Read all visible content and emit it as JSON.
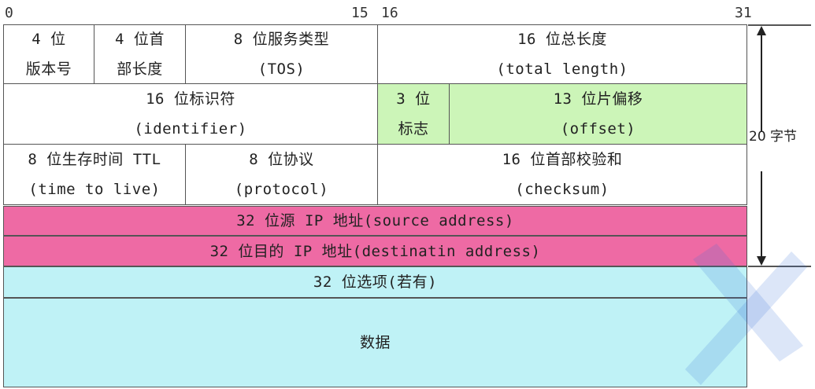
{
  "bit_labels": {
    "b0": "0",
    "b15": "15",
    "b16": "16",
    "b31": "31"
  },
  "rows": {
    "r1": {
      "version": {
        "l1": "4 位",
        "l2": "版本号"
      },
      "hlen": {
        "l1": "4 位首",
        "l2": "部长度"
      },
      "tos": {
        "l1": "8 位服务类型",
        "l2": "(TOS)"
      },
      "total_length": {
        "l1": "16 位总长度",
        "l2": "(total length)"
      }
    },
    "r2": {
      "identifier": {
        "l1": "16 位标识符",
        "l2": "(identifier)"
      },
      "flags": {
        "l1": "3 位",
        "l2": "标志"
      },
      "offset": {
        "l1": "13 位片偏移",
        "l2": "(offset)"
      }
    },
    "r3": {
      "ttl": {
        "l1": "8 位生存时间 TTL",
        "l2": "(time to live)"
      },
      "protocol": {
        "l1": "8 位协议",
        "l2": "(protocol)"
      },
      "checksum": {
        "l1": "16 位首部校验和",
        "l2": "(checksum)"
      }
    },
    "source": "32 位源 IP 地址(source address)",
    "destination": "32 位目的 IP 地址(destinatin address)",
    "options": "32 位选项(若有)",
    "data": "数据"
  },
  "header_size_label": "20 字节",
  "colors": {
    "green": "#ccf5b8",
    "pink": "#ee6aa4",
    "cyan": "#bff2f6",
    "watermark": "#3b74d6"
  }
}
